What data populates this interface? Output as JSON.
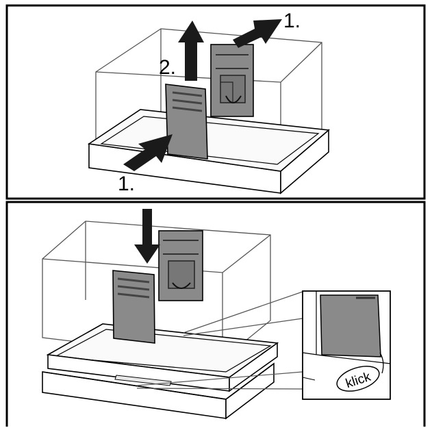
{
  "panels": [
    {
      "steps": [
        {
          "label": "1."
        },
        {
          "label": "2."
        },
        {
          "label": "1."
        }
      ]
    },
    {
      "callout": {
        "label": "klick"
      }
    }
  ],
  "colors": {
    "filter_gray": "#8a8a8a",
    "arrow": "#1a1a1a",
    "outline": "#000000",
    "background": "#ffffff"
  }
}
